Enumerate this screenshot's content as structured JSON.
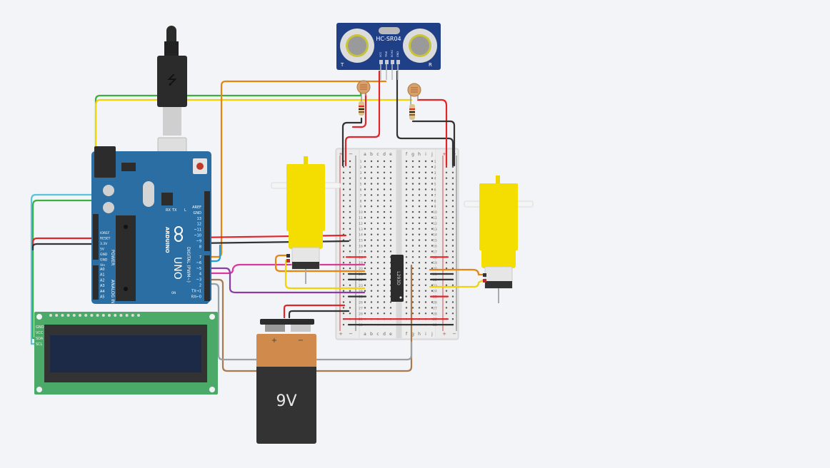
{
  "canvas": {
    "background": "#f2f4f7"
  },
  "components": {
    "ultrasonic": {
      "label": "HC-SR04",
      "pins": [
        "VCC",
        "TRIG",
        "ECHO",
        "GND"
      ],
      "left_mark": "T",
      "right_mark": "R",
      "board_color": "#1f3f87"
    },
    "arduino": {
      "brand": "ARDUINO",
      "model": "UNO",
      "board_color": "#2a6ea3",
      "power_labels": [
        "IOREF",
        "RESET",
        "3.3V",
        "5V",
        "GND",
        "GND",
        "Vin"
      ],
      "power_title": "POWER",
      "analog_labels": [
        "A0",
        "A1",
        "A2",
        "A3",
        "A4",
        "A5"
      ],
      "analog_title": "ANALOG IN",
      "digital_labels": [
        "AREF",
        "GND",
        "13",
        "12",
        "~11",
        "~10",
        "~9",
        "8",
        "7",
        "~6",
        "~5",
        "4",
        "~3",
        "2",
        "TX→1",
        "RX←0"
      ],
      "digital_title": "DIGITAL (PWM~)",
      "led_labels": [
        "RX",
        "TX",
        "L"
      ],
      "on_label": "ON"
    },
    "lcd": {
      "pins": [
        "GND",
        "VCC",
        "SDA",
        "SCL"
      ],
      "board_color": "#4caa68",
      "screen_color": "#1c2a48"
    },
    "battery": {
      "label": "9V",
      "plus": "+",
      "minus": "−"
    },
    "driver_ic": {
      "label": "L293D"
    },
    "breadboard": {
      "cols_left": [
        "a",
        "b",
        "c",
        "d",
        "e"
      ],
      "cols_right": [
        "f",
        "g",
        "h",
        "i",
        "j"
      ],
      "rows": 30,
      "rail_plus": "+",
      "rail_minus": "−"
    },
    "motors": [
      {
        "name": "left-motor"
      },
      {
        "name": "right-motor"
      }
    ],
    "photoresistors": [
      {
        "name": "ldr-left"
      },
      {
        "name": "ldr-right"
      }
    ],
    "resistors": [
      {
        "name": "resistor-left"
      },
      {
        "name": "resistor-right"
      }
    ]
  },
  "wire_colors": {
    "red": "#e0262b",
    "black": "#333333",
    "orange": "#e8850f",
    "yellow": "#f4d20a",
    "green": "#3bb041",
    "cyan": "#5bc3d6",
    "blue": "#1e9fd6",
    "magenta": "#d93a9a",
    "purple": "#8a3ea3",
    "brown": "#a87a4e",
    "gray": "#9aa0a5"
  }
}
